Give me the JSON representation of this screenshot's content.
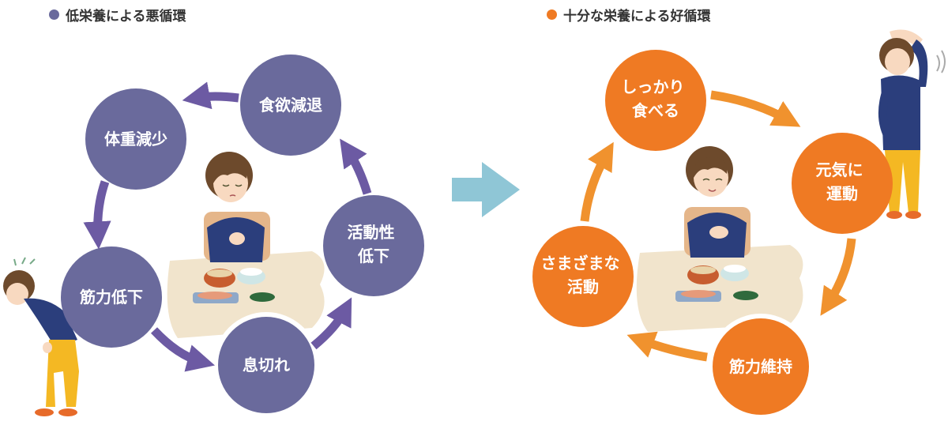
{
  "colors": {
    "bad": "#6a6a9c",
    "bad_arrow": "#6c5aa3",
    "good": "#ef7a23",
    "good_arrow": "#f0922e",
    "middle_arrow": "#8fc6d6"
  },
  "left": {
    "legend": "低栄養による悪循環",
    "nodes": [
      {
        "lines": [
          "食欲減退"
        ]
      },
      {
        "lines": [
          "体重減少"
        ]
      },
      {
        "lines": [
          "筋力低下"
        ]
      },
      {
        "lines": [
          "息切れ"
        ]
      },
      {
        "lines": [
          "活動性",
          "低下"
        ]
      }
    ]
  },
  "right": {
    "legend": "十分な栄養による好循環",
    "nodes": [
      {
        "lines": [
          "しっかり",
          "食べる"
        ]
      },
      {
        "lines": [
          "元気に",
          "運動"
        ]
      },
      {
        "lines": [
          "筋力維持"
        ]
      },
      {
        "lines": [
          "さまざまな",
          "活動"
        ]
      }
    ]
  },
  "icons": {
    "sad_woman": "sad-woman-at-table-illustration",
    "bent_woman": "tired-bending-woman-illustration",
    "happy_woman": "happy-woman-at-table-illustration",
    "stretch_woman": "stretching-woman-illustration",
    "arrow": "right-arrow-icon"
  }
}
